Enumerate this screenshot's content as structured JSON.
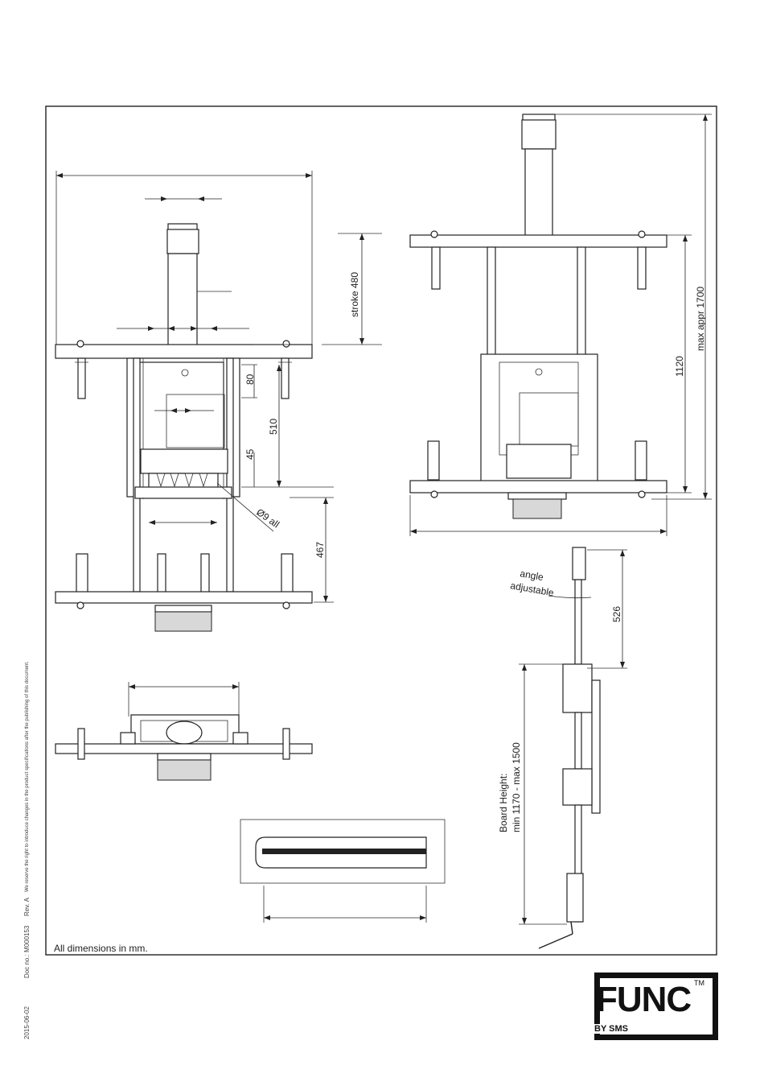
{
  "drawing": {
    "dimensions": {
      "stroke": "stroke 480",
      "max_height": "max appr 1700",
      "height_1120": "1120",
      "d80": "80",
      "d510": "510",
      "d45": "45",
      "hole": "Ø9 all",
      "d467": "467",
      "d526": "526",
      "angle_line1": "angle",
      "angle_line2": "adjustable",
      "board_line1": "Board Height:",
      "board_line2": "min 1170 - max 1500"
    },
    "note": "All dimensions in mm."
  },
  "sidebar": {
    "date": "2015-06-02",
    "doc_no": "Doc no.: M000153",
    "rev": "Rev. A",
    "disclaimer": "We reserve the right to introduce changes in the product specifications after the publishing of this document."
  },
  "logo": {
    "brand": "FUNC",
    "tm": "TM",
    "by": "BY SMS"
  }
}
